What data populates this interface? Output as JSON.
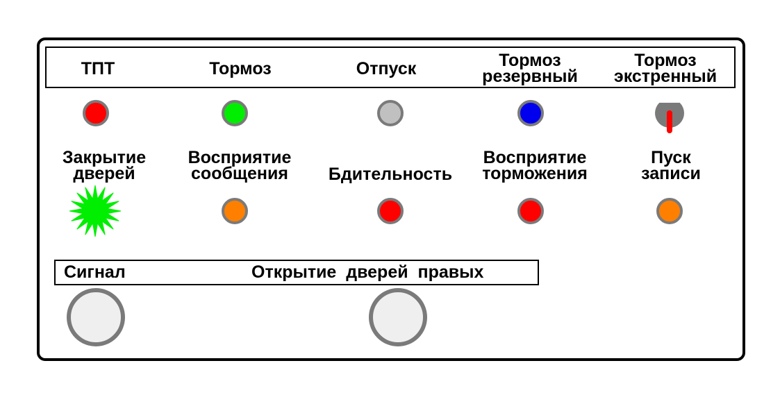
{
  "top_row": {
    "labels": [
      {
        "lines": [
          "ТПТ"
        ]
      },
      {
        "lines": [
          "Тормоз"
        ]
      },
      {
        "lines": [
          "Отпуск"
        ]
      },
      {
        "lines": [
          "Тормоз",
          "резервный"
        ]
      },
      {
        "lines": [
          "Тормоз",
          "экстренный"
        ]
      }
    ],
    "indicators": [
      {
        "color": "#ff0000",
        "state": "on"
      },
      {
        "color": "#00ee00",
        "state": "on"
      },
      {
        "color": "#c0c0c0",
        "state": "off"
      },
      {
        "color": "#0000ee",
        "state": "on"
      },
      {
        "color": "#7a7a7a",
        "handle_color": "#ff0000",
        "type": "toggle-switch"
      }
    ]
  },
  "middle_row": {
    "labels": [
      {
        "lines": [
          "Закрытие",
          "дверей"
        ]
      },
      {
        "lines": [
          "Восприятие",
          "сообщения"
        ]
      },
      {
        "lines": [
          "Бдительность"
        ]
      },
      {
        "lines": [
          "Восприятие",
          "торможения"
        ]
      },
      {
        "lines": [
          "Пуск",
          "записи"
        ]
      }
    ],
    "indicators": [
      {
        "color": "#00ee00",
        "state": "blinking"
      },
      {
        "color": "#ff8000",
        "state": "on"
      },
      {
        "color": "#ff0000",
        "state": "on"
      },
      {
        "color": "#ff0000",
        "state": "on"
      },
      {
        "color": "#ff8000",
        "state": "on"
      }
    ]
  },
  "bottom_row": {
    "signal_label": "Сигнал",
    "doors_label": "Открытие  дверей  правых",
    "button_color": "#efefef"
  }
}
